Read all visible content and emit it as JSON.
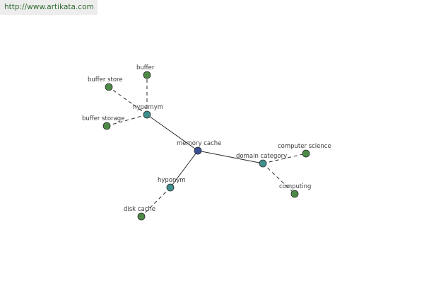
{
  "header": {
    "url": "http://www.artikata.com"
  },
  "graph": {
    "colors": {
      "center": "#3b4f96",
      "relation": "#3f8f8c",
      "leaf": "#4d8a45",
      "edge": "#2b2b2b"
    },
    "nodes": [
      {
        "id": "memory-cache",
        "label": "memory cache",
        "kind": "center"
      },
      {
        "id": "hypernym",
        "label": "hypernym",
        "kind": "relation"
      },
      {
        "id": "hyponym",
        "label": "hyponym",
        "kind": "relation"
      },
      {
        "id": "domain-category",
        "label": "domain category",
        "kind": "relation"
      },
      {
        "id": "buffer",
        "label": "buffer",
        "kind": "leaf"
      },
      {
        "id": "buffer-store",
        "label": "buffer store",
        "kind": "leaf"
      },
      {
        "id": "buffer-storage",
        "label": "buffer storage",
        "kind": "leaf"
      },
      {
        "id": "disk-cache",
        "label": "disk cache",
        "kind": "leaf"
      },
      {
        "id": "computer-science",
        "label": "computer science",
        "kind": "leaf"
      },
      {
        "id": "computing",
        "label": "computing",
        "kind": "leaf"
      }
    ],
    "edges": [
      {
        "from": "memory-cache",
        "to": "hypernym",
        "style": "solid"
      },
      {
        "from": "memory-cache",
        "to": "hyponym",
        "style": "solid"
      },
      {
        "from": "memory-cache",
        "to": "domain-category",
        "style": "solid"
      },
      {
        "from": "hypernym",
        "to": "buffer",
        "style": "dashed"
      },
      {
        "from": "hypernym",
        "to": "buffer-store",
        "style": "dashed"
      },
      {
        "from": "hypernym",
        "to": "buffer-storage",
        "style": "dashed"
      },
      {
        "from": "hyponym",
        "to": "disk-cache",
        "style": "dashed"
      },
      {
        "from": "domain-category",
        "to": "computer-science",
        "style": "dashed"
      },
      {
        "from": "domain-category",
        "to": "computing",
        "style": "dashed"
      }
    ]
  }
}
